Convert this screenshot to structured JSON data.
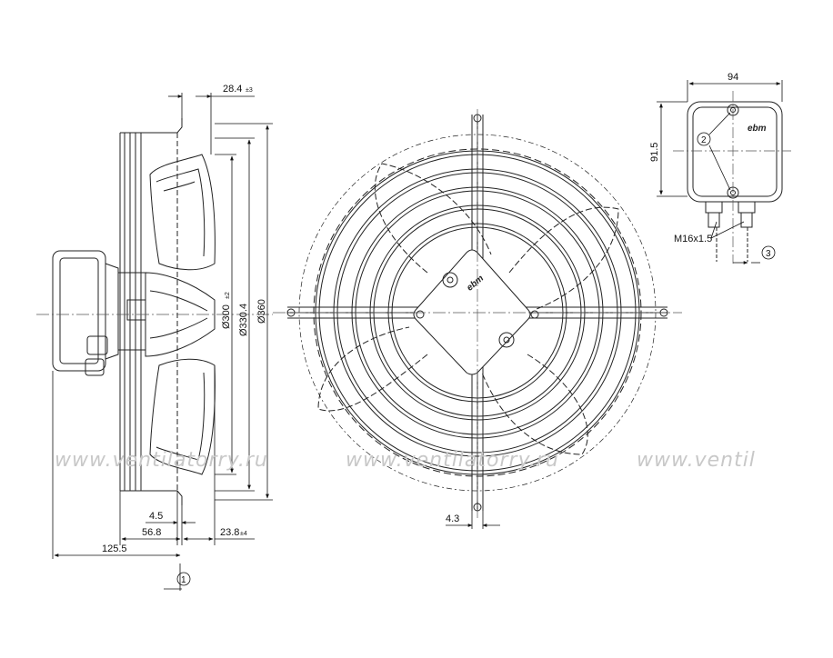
{
  "drawing": {
    "side_view": {
      "dims": {
        "d284": "28.4",
        "d284_tol": "±3",
        "d300": "Ø300",
        "d300_tol": "±2",
        "d3304": "Ø330.4",
        "d360": "Ø360",
        "d45": "4.5",
        "d568": "56.8",
        "d238": "23.8",
        "d238_tol": "±4",
        "d1255": "125.5"
      },
      "note": "1"
    },
    "front_view": {
      "logo": "ebm",
      "dims": {
        "d43": "4.3"
      }
    },
    "box_view": {
      "logo": "ebm",
      "dims": {
        "d94": "94",
        "d915": "91.5"
      },
      "thread": "M16x1.5",
      "note_2": "2",
      "note_3": "3"
    },
    "watermark": {
      "text_1": "www.ventilatorry.ru",
      "text_2": "www.ventilatorry.ru",
      "text_3": "www.ventil"
    }
  }
}
